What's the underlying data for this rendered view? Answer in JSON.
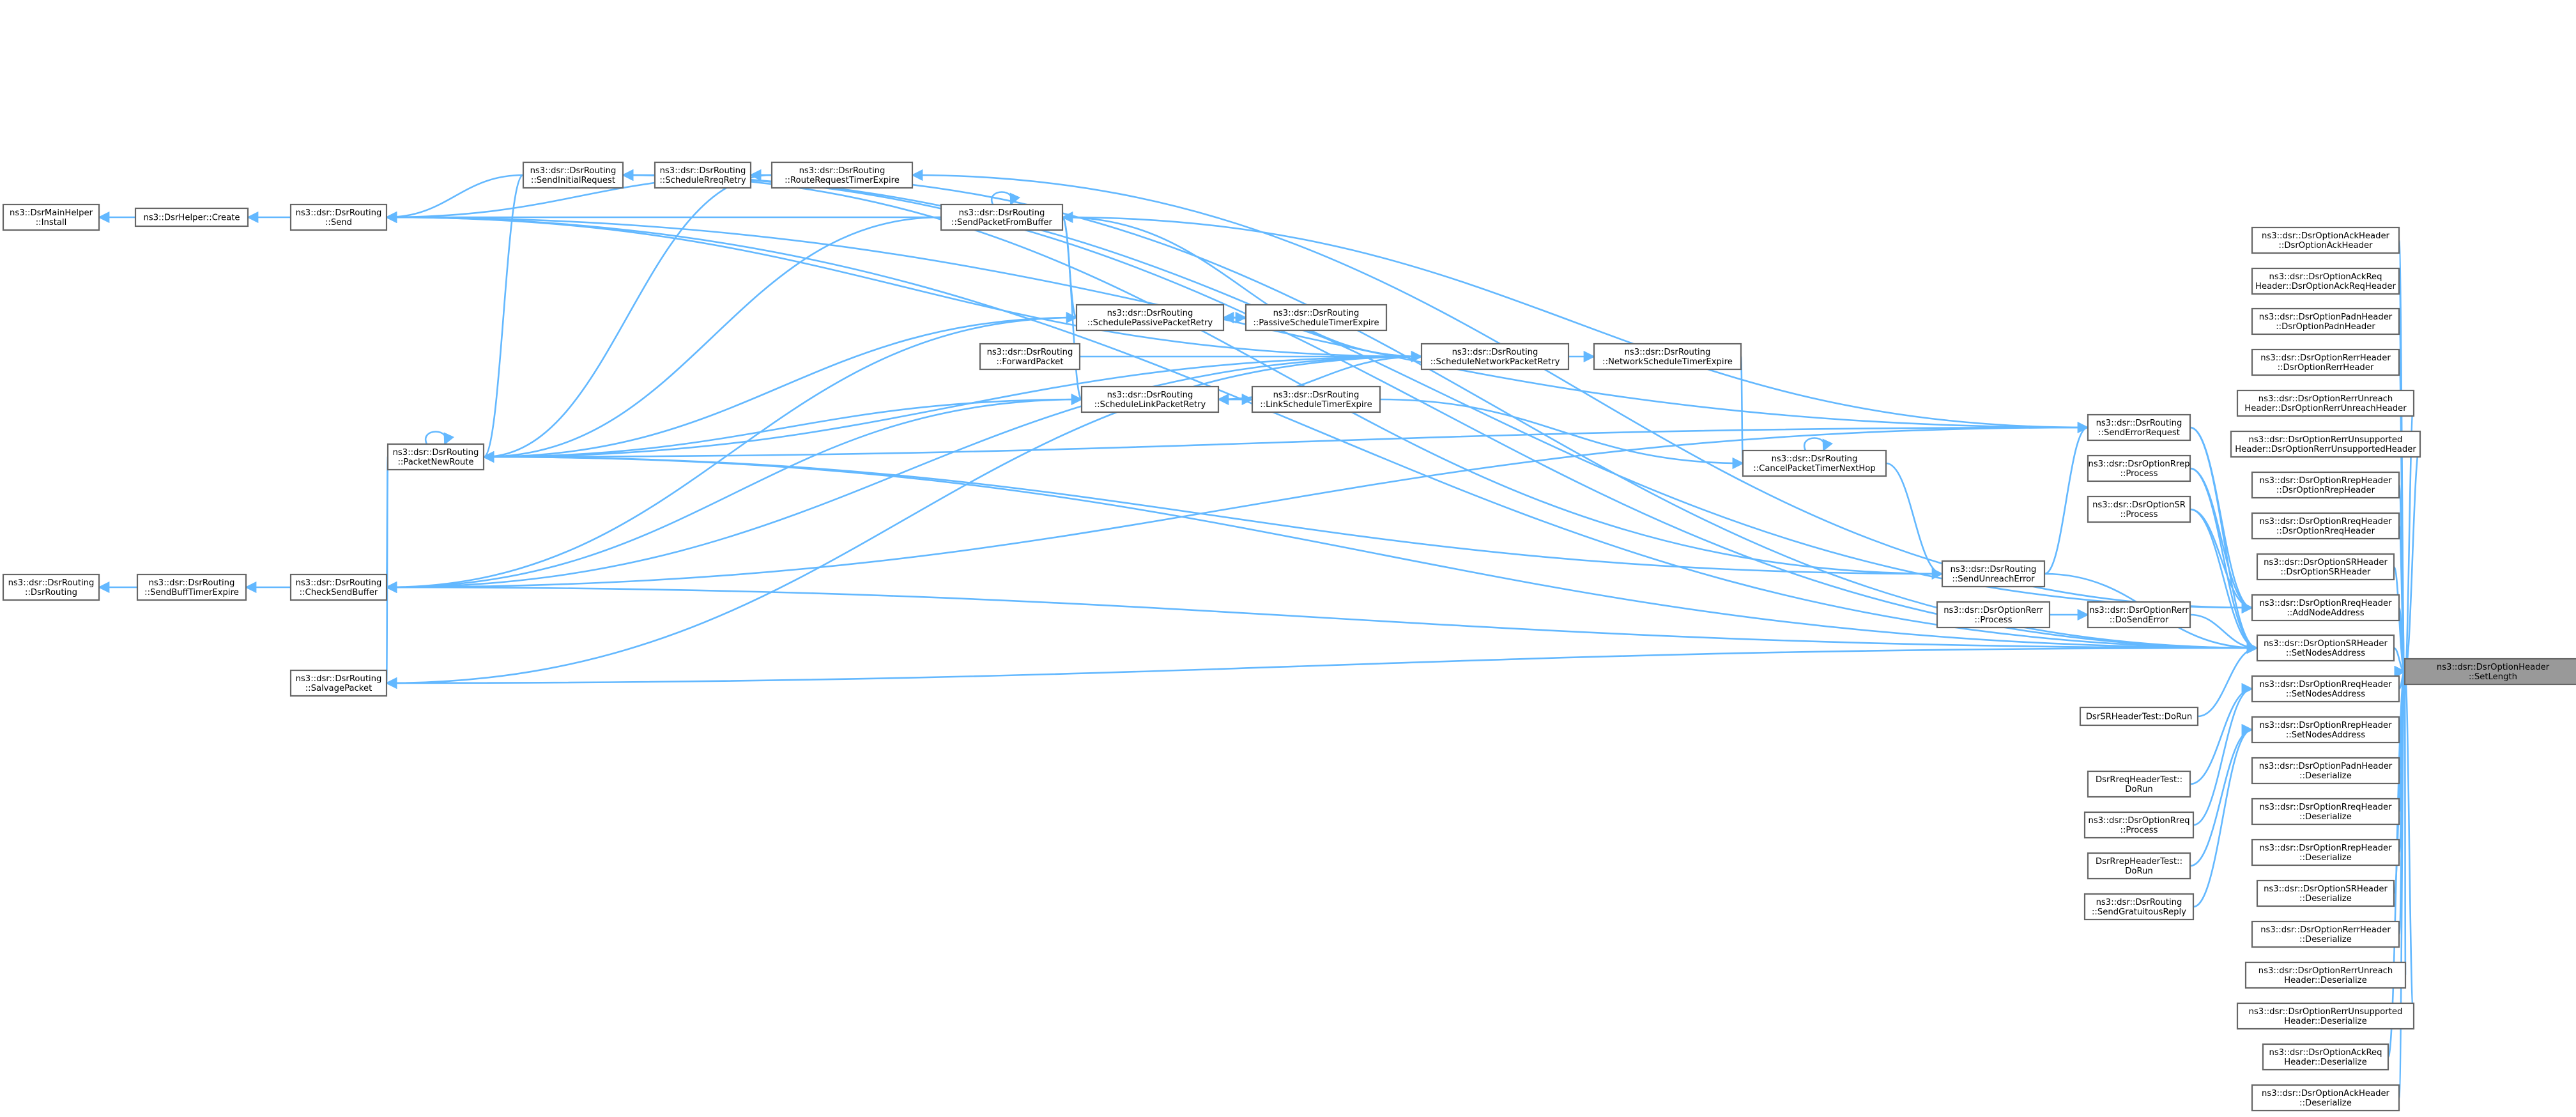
{
  "graph": {
    "title": "",
    "focus_node": "setlength",
    "nodes": [
      {
        "id": "setlength",
        "lines": [
          "ns3::dsr::DsrOptionHeader",
          "::SetLength"
        ],
        "focus": true
      },
      {
        "id": "ackhdr_ctor",
        "lines": [
          "ns3::dsr::DsrOptionAckHeader",
          "::DsrOptionAckHeader"
        ]
      },
      {
        "id": "ackreq_ctor",
        "lines": [
          "ns3::dsr::DsrOptionAckReq",
          "Header::DsrOptionAckReqHeader"
        ]
      },
      {
        "id": "padn_ctor",
        "lines": [
          "ns3::dsr::DsrOptionPadnHeader",
          "::DsrOptionPadnHeader"
        ]
      },
      {
        "id": "rerr_ctor",
        "lines": [
          "ns3::dsr::DsrOptionRerrHeader",
          "::DsrOptionRerrHeader"
        ]
      },
      {
        "id": "rerrunreach_ctor",
        "lines": [
          "ns3::dsr::DsrOptionRerrUnreach",
          "Header::DsrOptionRerrUnreachHeader"
        ]
      },
      {
        "id": "rerrunsup_ctor",
        "lines": [
          "ns3::dsr::DsrOptionRerrUnsupported",
          "Header::DsrOptionRerrUnsupportedHeader"
        ]
      },
      {
        "id": "rrep_ctor",
        "lines": [
          "ns3::dsr::DsrOptionRrepHeader",
          "::DsrOptionRrepHeader"
        ]
      },
      {
        "id": "rreq_ctor",
        "lines": [
          "ns3::dsr::DsrOptionRreqHeader",
          "::DsrOptionRreqHeader"
        ]
      },
      {
        "id": "sr_ctor",
        "lines": [
          "ns3::dsr::DsrOptionSRHeader",
          "::DsrOptionSRHeader"
        ]
      },
      {
        "id": "rreq_add",
        "lines": [
          "ns3::dsr::DsrOptionRreqHeader",
          "::AddNodeAddress"
        ]
      },
      {
        "id": "sr_setnodes",
        "lines": [
          "ns3::dsr::DsrOptionSRHeader",
          "::SetNodesAddress"
        ]
      },
      {
        "id": "rreq_setnodes",
        "lines": [
          "ns3::dsr::DsrOptionRreqHeader",
          "::SetNodesAddress"
        ]
      },
      {
        "id": "rrep_setnodes",
        "lines": [
          "ns3::dsr::DsrOptionRrepHeader",
          "::SetNodesAddress"
        ]
      },
      {
        "id": "padn_deser",
        "lines": [
          "ns3::dsr::DsrOptionPadnHeader",
          "::Deserialize"
        ]
      },
      {
        "id": "rreq_deser",
        "lines": [
          "ns3::dsr::DsrOptionRreqHeader",
          "::Deserialize"
        ]
      },
      {
        "id": "rrep_deser",
        "lines": [
          "ns3::dsr::DsrOptionRrepHeader",
          "::Deserialize"
        ]
      },
      {
        "id": "sr_deser",
        "lines": [
          "ns3::dsr::DsrOptionSRHeader",
          "::Deserialize"
        ]
      },
      {
        "id": "rerr_deser",
        "lines": [
          "ns3::dsr::DsrOptionRerrHeader",
          "::Deserialize"
        ]
      },
      {
        "id": "rerrunreach_deser",
        "lines": [
          "ns3::dsr::DsrOptionRerrUnreach",
          "Header::Deserialize"
        ]
      },
      {
        "id": "rerrunsup_deser",
        "lines": [
          "ns3::dsr::DsrOptionRerrUnsupported",
          "Header::Deserialize"
        ]
      },
      {
        "id": "ackreq_deser",
        "lines": [
          "ns3::dsr::DsrOptionAckReq",
          "Header::Deserialize"
        ]
      },
      {
        "id": "ack_deser",
        "lines": [
          "ns3::dsr::DsrOptionAckHeader",
          "::Deserialize"
        ]
      },
      {
        "id": "senderrorrequest",
        "lines": [
          "ns3::dsr::DsrRouting",
          "::SendErrorRequest"
        ]
      },
      {
        "id": "rrep_process",
        "lines": [
          "ns3::dsr::DsrOptionRrep",
          "::Process"
        ]
      },
      {
        "id": "sr_process",
        "lines": [
          "ns3::dsr::DsrOptionSR",
          "::Process"
        ]
      },
      {
        "id": "dosenderror",
        "lines": [
          "ns3::dsr::DsrOptionRerr",
          "::DoSendError"
        ]
      },
      {
        "id": "srtest",
        "lines": [
          "DsrSRHeaderTest::DoRun"
        ]
      },
      {
        "id": "rreqtest",
        "lines": [
          "DsrRreqHeaderTest::",
          "DoRun"
        ]
      },
      {
        "id": "rreq_process",
        "lines": [
          "ns3::dsr::DsrOptionRreq",
          "::Process"
        ]
      },
      {
        "id": "rreptest",
        "lines": [
          "DsrRrepHeaderTest::",
          "DoRun"
        ]
      },
      {
        "id": "sendgratuitous",
        "lines": [
          "ns3::dsr::DsrRouting",
          "::SendGratuitousReply"
        ]
      },
      {
        "id": "sendunreacherror",
        "lines": [
          "ns3::dsr::DsrRouting",
          "::SendUnreachError"
        ]
      },
      {
        "id": "rerr_process",
        "lines": [
          "ns3::dsr::DsrOptionRerr",
          "::Process"
        ]
      },
      {
        "id": "cancelpacket",
        "lines": [
          "ns3::dsr::DsrRouting",
          "::CancelPacketTimerNextHop"
        ]
      },
      {
        "id": "netschedexpire",
        "lines": [
          "ns3::dsr::DsrRouting",
          "::NetworkScheduleTimerExpire"
        ]
      },
      {
        "id": "schednetretry",
        "lines": [
          "ns3::dsr::DsrRouting",
          "::ScheduleNetworkPacketRetry"
        ]
      },
      {
        "id": "passiveexpire",
        "lines": [
          "ns3::dsr::DsrRouting",
          "::PassiveScheduleTimerExpire"
        ]
      },
      {
        "id": "linkexpire",
        "lines": [
          "ns3::dsr::DsrRouting",
          "::LinkScheduleTimerExpire"
        ]
      },
      {
        "id": "schedpassive",
        "lines": [
          "ns3::dsr::DsrRouting",
          "::SchedulePassivePacketRetry"
        ]
      },
      {
        "id": "schedlink",
        "lines": [
          "ns3::dsr::DsrRouting",
          "::ScheduleLinkPacketRetry"
        ]
      },
      {
        "id": "forwardpacket",
        "lines": [
          "ns3::dsr::DsrRouting",
          "::ForwardPacket"
        ]
      },
      {
        "id": "sendfrombuffer",
        "lines": [
          "ns3::dsr::DsrRouting",
          "::SendPacketFromBuffer"
        ]
      },
      {
        "id": "routereqexpire",
        "lines": [
          "ns3::dsr::DsrRouting",
          "::RouteRequestTimerExpire"
        ]
      },
      {
        "id": "schedreqretry",
        "lines": [
          "ns3::dsr::DsrRouting",
          "::ScheduleRreqRetry"
        ]
      },
      {
        "id": "sendinitial",
        "lines": [
          "ns3::dsr::DsrRouting",
          "::SendInitialRequest"
        ]
      },
      {
        "id": "send",
        "lines": [
          "ns3::dsr::DsrRouting",
          "::Send"
        ]
      },
      {
        "id": "packetnewroute",
        "lines": [
          "ns3::dsr::DsrRouting",
          "::PacketNewRoute"
        ]
      },
      {
        "id": "checksendbuffer",
        "lines": [
          "ns3::dsr::DsrRouting",
          "::CheckSendBuffer"
        ]
      },
      {
        "id": "salvage",
        "lines": [
          "ns3::dsr::DsrRouting",
          "::SalvagePacket"
        ]
      },
      {
        "id": "helpercreate",
        "lines": [
          "ns3::DsrHelper::Create"
        ]
      },
      {
        "id": "mainhelper",
        "lines": [
          "ns3::DsrMainHelper",
          "::Install"
        ]
      },
      {
        "id": "buffexpire",
        "lines": [
          "ns3::dsr::DsrRouting",
          "::SendBuffTimerExpire"
        ]
      },
      {
        "id": "dsrctor",
        "lines": [
          "ns3::dsr::DsrRouting",
          "::DsrRouting"
        ]
      }
    ],
    "edges": [
      [
        "ackhdr_ctor",
        "setlength"
      ],
      [
        "ackreq_ctor",
        "setlength"
      ],
      [
        "padn_ctor",
        "setlength"
      ],
      [
        "rerr_ctor",
        "setlength"
      ],
      [
        "rerrunreach_ctor",
        "setlength"
      ],
      [
        "rerrunsup_ctor",
        "setlength"
      ],
      [
        "rrep_ctor",
        "setlength"
      ],
      [
        "rreq_ctor",
        "setlength"
      ],
      [
        "sr_ctor",
        "setlength"
      ],
      [
        "rreq_add",
        "setlength"
      ],
      [
        "sr_setnodes",
        "setlength"
      ],
      [
        "rreq_setnodes",
        "setlength"
      ],
      [
        "rrep_setnodes",
        "setlength"
      ],
      [
        "padn_deser",
        "setlength"
      ],
      [
        "rreq_deser",
        "setlength"
      ],
      [
        "rrep_deser",
        "setlength"
      ],
      [
        "sr_deser",
        "setlength"
      ],
      [
        "rerr_deser",
        "setlength"
      ],
      [
        "rerrunreach_deser",
        "setlength"
      ],
      [
        "rerrunsup_deser",
        "setlength"
      ],
      [
        "ackreq_deser",
        "setlength"
      ],
      [
        "ack_deser",
        "setlength"
      ],
      [
        "senderrorrequest",
        "rreq_add"
      ],
      [
        "rrep_process",
        "rreq_add"
      ],
      [
        "sr_process",
        "rreq_add"
      ],
      [
        "senderrorrequest",
        "sr_setnodes"
      ],
      [
        "rrep_process",
        "sr_setnodes"
      ],
      [
        "sr_process",
        "sr_setnodes"
      ],
      [
        "dosenderror",
        "sr_setnodes"
      ],
      [
        "srtest",
        "sr_setnodes"
      ],
      [
        "sendunreacherror",
        "sr_setnodes"
      ],
      [
        "rreqtest",
        "rreq_setnodes"
      ],
      [
        "rreq_process",
        "rreq_setnodes"
      ],
      [
        "rreptest",
        "rrep_setnodes"
      ],
      [
        "sendgratuitous",
        "rrep_setnodes"
      ],
      [
        "rerr_process",
        "dosenderror"
      ],
      [
        "sendunreacherror",
        "senderrorrequest"
      ],
      [
        "cancelpacket",
        "sendunreacherror"
      ],
      [
        "netschedexpire",
        "cancelpacket"
      ],
      [
        "linkexpire",
        "cancelpacket"
      ],
      [
        "cancelpacket",
        "cancelpacket"
      ],
      [
        "schednetretry",
        "netschedexpire"
      ],
      [
        "passiveexpire",
        "schedpassive"
      ],
      [
        "linkexpire",
        "schedlink"
      ],
      [
        "schedpassive",
        "passiveexpire"
      ],
      [
        "schedlink",
        "linkexpire"
      ],
      [
        "schedpassive",
        "schednetretry"
      ],
      [
        "schedlink",
        "schednetretry"
      ],
      [
        "forwardpacket",
        "schednetretry"
      ],
      [
        "sendfrombuffer",
        "schednetretry"
      ],
      [
        "sendfrombuffer",
        "schedpassive"
      ],
      [
        "sendfrombuffer",
        "schedlink"
      ],
      [
        "sendfrombuffer",
        "sendfrombuffer"
      ],
      [
        "routereqexpire",
        "schedreqretry"
      ],
      [
        "schedreqretry",
        "sendinitial"
      ],
      [
        "sendinitial",
        "send"
      ],
      [
        "sendinitial",
        "packetnewroute"
      ],
      [
        "send",
        "helpercreate"
      ],
      [
        "helpercreate",
        "mainhelper"
      ],
      [
        "packetnewroute",
        "checksendbuffer"
      ],
      [
        "packetnewroute",
        "salvage"
      ],
      [
        "packetnewroute",
        "packetnewroute"
      ],
      [
        "checksendbuffer",
        "buffexpire"
      ],
      [
        "buffexpire",
        "dsrctor"
      ],
      [
        "sendfrombuffer",
        "send"
      ],
      [
        "sendfrombuffer",
        "packetnewroute"
      ],
      [
        "schednetretry",
        "send"
      ],
      [
        "schednetretry",
        "packetnewroute"
      ],
      [
        "schedpassive",
        "packetnewroute"
      ],
      [
        "schedlink",
        "packetnewroute"
      ],
      [
        "schednetretry",
        "checksendbuffer"
      ],
      [
        "schedlink",
        "checksendbuffer"
      ],
      [
        "schedpassive",
        "checksendbuffer"
      ],
      [
        "schednetretry",
        "salvage"
      ],
      [
        "senderrorrequest",
        "send"
      ],
      [
        "senderrorrequest",
        "sendfrombuffer"
      ],
      [
        "senderrorrequest",
        "checksendbuffer"
      ],
      [
        "senderrorrequest",
        "packetnewroute"
      ],
      [
        "sendunreacherror",
        "sendinitial"
      ],
      [
        "sendunreacherror",
        "packetnewroute"
      ],
      [
        "routereqexpire",
        "send"
      ],
      [
        "routereqexpire",
        "packetnewroute"
      ],
      [
        "sr_setnodes",
        "send"
      ],
      [
        "sr_setnodes",
        "sendinitial"
      ],
      [
        "sr_setnodes",
        "schedreqretry"
      ],
      [
        "sr_setnodes",
        "packetnewroute"
      ],
      [
        "sr_setnodes",
        "salvage"
      ],
      [
        "sr_setnodes",
        "checksendbuffer"
      ],
      [
        "rreq_add",
        "sendinitial"
      ],
      [
        "rreq_add",
        "routereqexpire"
      ]
    ]
  }
}
